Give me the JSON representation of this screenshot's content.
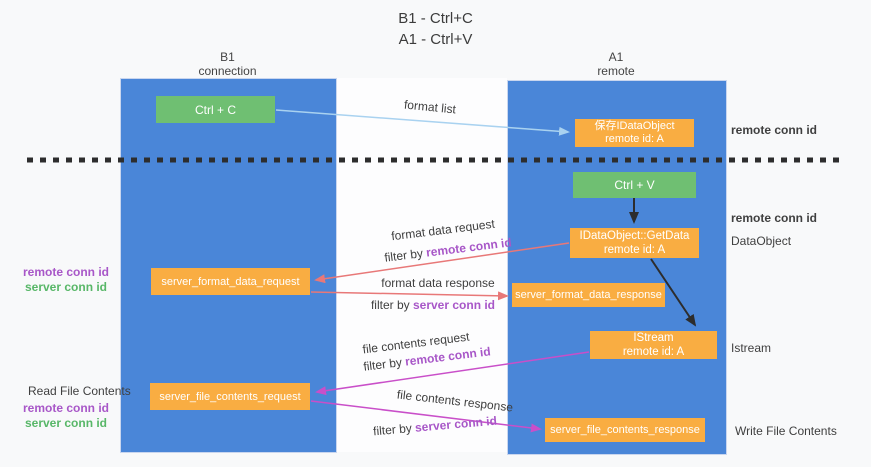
{
  "title": {
    "line1": "B1 - Ctrl+C",
    "line2": "A1 - Ctrl+V"
  },
  "columns": {
    "left": {
      "name": "B1",
      "subtitle": "connection"
    },
    "right": {
      "name": "A1",
      "subtitle": "remote"
    }
  },
  "boxes": {
    "ctrl_c": "Ctrl + C",
    "ctrl_v": "Ctrl + V",
    "save_idataobject": {
      "line1": "保存IDataObject",
      "line2": "remote id: A"
    },
    "getdata": {
      "line1": "IDataObject::GetData",
      "line2": "remote id: A"
    },
    "istream": {
      "line1": "IStream",
      "line2": "remote id: A"
    },
    "server_format_data_request": "server_format_data_request",
    "server_format_data_response": "server_format_data_response",
    "server_file_contents_request": "server_file_contents_request",
    "server_file_contents_response": "server_file_contents_response"
  },
  "arrow_labels": {
    "format_list": "format list",
    "format_data_request": "format data request",
    "format_data_response": "format data response",
    "file_contents_request": "file contents request",
    "file_contents_response": "file contents response",
    "filter_by": "filter by ",
    "remote_conn_id": "remote conn id",
    "server_conn_id": "server conn id"
  },
  "side_labels": {
    "remote_conn_id": "remote conn id",
    "server_conn_id": "server conn id",
    "data_object": "DataObject",
    "istream": "Istream",
    "read_file_contents": "Read File Contents",
    "write_file_contents": "Write File Contents"
  },
  "colors": {
    "column_blue": "#4a86d8",
    "box_green": "#6fbf72",
    "box_orange": "#f9ad42",
    "arrow_light_blue": "#a9d2f0",
    "arrow_salmon": "#e87878",
    "arrow_magenta": "#c94fc9",
    "arrow_black": "#2d2d2d",
    "text_purple": "#a857c8",
    "text_green": "#58b768"
  }
}
